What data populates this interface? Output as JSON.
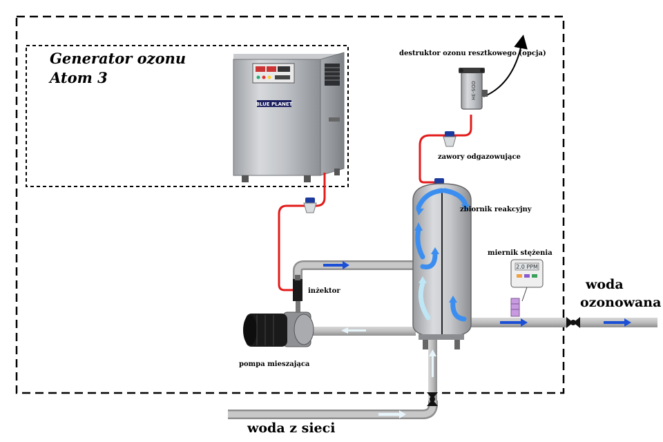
{
  "generator": {
    "title_line1": "Generator ozonu",
    "title_line2": "Atom 3",
    "brand": "BLUE PLANET"
  },
  "labels": {
    "destructor": "destruktor ozonu resztkowego (opcja)",
    "destructor_model": "ODS-3H",
    "valves": "zawory odgazowujące",
    "tank": "zbiornik reakcyjny",
    "meter": "miernik stężenia",
    "meter_display": "2.0 PPM",
    "injector": "inżektor",
    "pump": "pompa mieszająca",
    "output_line1": "woda",
    "output_line2": "ozonowana",
    "input": "woda z sieci"
  },
  "colors": {
    "ozone_line": "#e31a1a",
    "flow_arrow": "#1a4fd6",
    "recirc_arrow": "#bfe6f5",
    "tank_swirl": "#3b8ef0",
    "pipe": "#b9b9b9",
    "border": "#000000"
  }
}
